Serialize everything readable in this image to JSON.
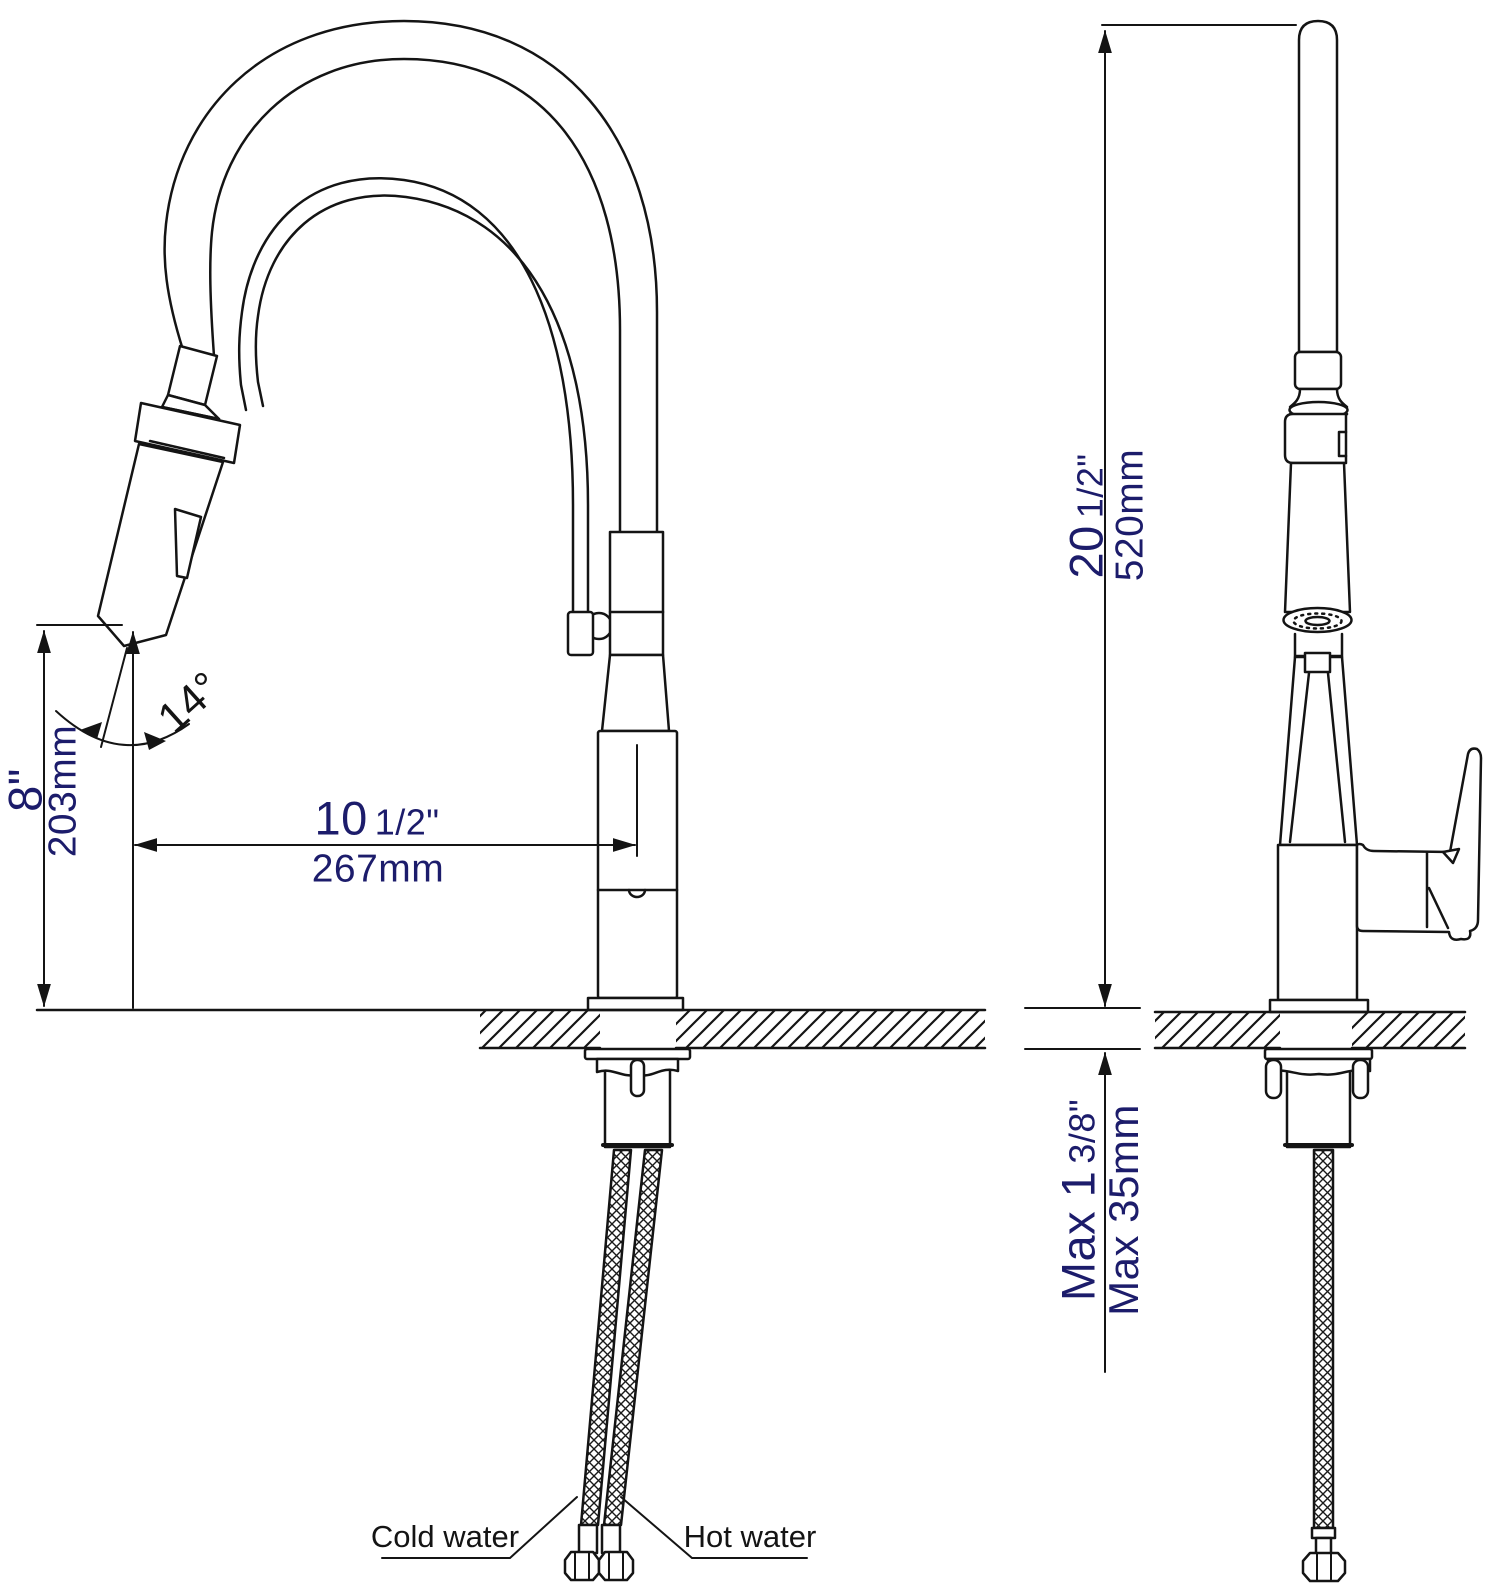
{
  "drawing_type": "faucet installation dimension diagram",
  "colors": {
    "line": "#141414",
    "dimension_text": "#1c1c6b",
    "background": "#ffffff"
  },
  "dimensions": {
    "spout_height": {
      "inches": "8\"",
      "mm": "203mm"
    },
    "spray_head_angle": {
      "degrees": "14°"
    },
    "spout_reach": {
      "inches_whole": "10",
      "inches_fraction": "1/2\"",
      "mm": "267mm"
    },
    "overall_height": {
      "inches_whole": "20",
      "inches_fraction": "1/2\"",
      "mm": "520mm"
    },
    "max_deck_thickness": {
      "inches_whole": "Max 1",
      "inches_fraction": "3/8\"",
      "mm": "Max 35mm"
    }
  },
  "supply_labels": {
    "cold": "Cold water",
    "hot": "Hot water"
  }
}
